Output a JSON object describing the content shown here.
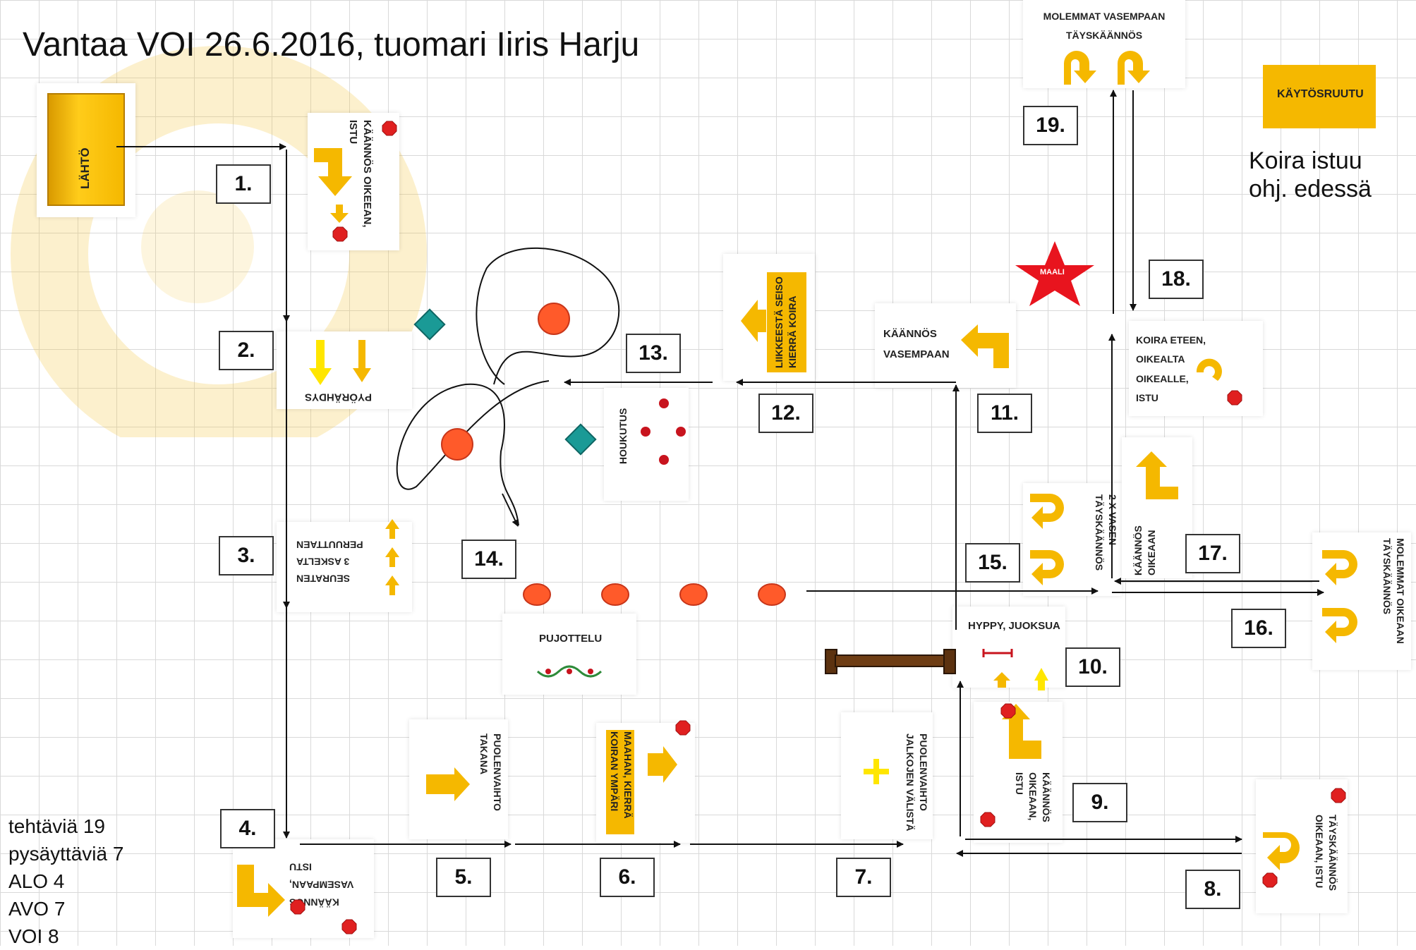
{
  "title": "Vantaa VOI 26.6.2016, tuomari Iiris Harju",
  "start_label": "LÄHTÖ",
  "finish_label": "MAALI",
  "use_box_label": "KÄYTÖSRUUTU",
  "legend_text": [
    "Koira istuu",
    "ohj. edessä"
  ],
  "stats": [
    "tehtäviä 19",
    "pysäyttäviä 7",
    "ALO 4",
    "AVO 7",
    "VOI 8"
  ],
  "step_numbers": [
    "1.",
    "2.",
    "3.",
    "4.",
    "5.",
    "6.",
    "7.",
    "8.",
    "9.",
    "10.",
    "11.",
    "12.",
    "13.",
    "14.",
    "15.",
    "16.",
    "17.",
    "18.",
    "19."
  ],
  "signs": {
    "s1": [
      "KÄÄNNÖS OIKEEAN,",
      "ISTU"
    ],
    "s2": "PYÖRÄHDYS",
    "s3": [
      "SEURATEN",
      "3 ASKELTA",
      "PERUUTTAEN"
    ],
    "s4": [
      "KÄÄNNÖS",
      "VASEMPAAN,",
      "ISTU"
    ],
    "s5": [
      "PUOLENVAIHTO",
      "TAKANA"
    ],
    "s6": [
      "MAAHAN, KIERRÄ",
      "KOIRAN YMPÄRI"
    ],
    "s7": [
      "PUOLENVAIHTO",
      "JALKOJEN VÄLISTÄ"
    ],
    "s8": [
      "TÄYSKÄÄNNÖS",
      "OIKEAAN, ISTU"
    ],
    "s9": [
      "KÄÄNNÖS",
      "OIKEAAN,",
      "ISTU"
    ],
    "s10": "HYPPY, JUOKSUA",
    "s11": [
      "KÄÄNNÖS",
      "VASEMPAAN"
    ],
    "s12": [
      "LIIKKEESTÄ SEISO",
      "KIERRÄ KOIRA"
    ],
    "s13": "HOUKUTUS",
    "s14": "PUJOTTELU",
    "s15": [
      "2 X VASEN",
      "TÄYSKÄÄNNÖS"
    ],
    "s16": [
      "MOLEMMAT OIKEAAN",
      "TÄYSKÄÄNNÖS"
    ],
    "s17": [
      "KÄÄNNÖS",
      "OIKEAAN"
    ],
    "s18": [
      "KOIRA ETEEN,",
      "OIKEALTA",
      "OIKEALLE,",
      "ISTU"
    ],
    "s19": [
      "MOLEMMAT VASEMPAAN",
      "TÄYSKÄÄNNÖS"
    ]
  },
  "colors": {
    "sign_yellow": "#f5b800",
    "sign_bright_yellow": "#ffe600",
    "cone_orange": "#ff5a2a",
    "stop_red": "#e02020",
    "marker_teal": "#1a9a96",
    "jump_brown": "#5c3210",
    "star_red": "#e8141e",
    "watermark": "#f6c94a"
  }
}
